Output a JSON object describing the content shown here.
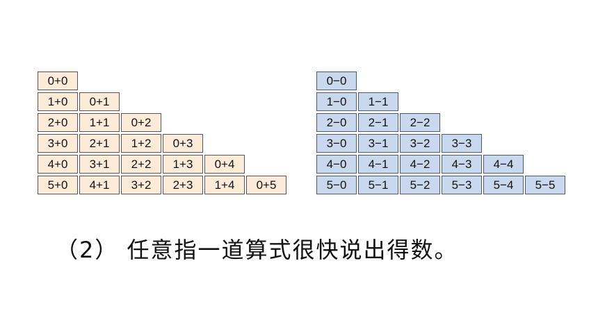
{
  "addition_table": {
    "rows": [
      [
        "0+0"
      ],
      [
        "1+0",
        "0+1"
      ],
      [
        "2+0",
        "1+1",
        "0+2"
      ],
      [
        "3+0",
        "2+1",
        "1+2",
        "0+3"
      ],
      [
        "4+0",
        "3+1",
        "2+2",
        "1+3",
        "0+4"
      ],
      [
        "5+0",
        "4+1",
        "3+2",
        "2+3",
        "1+4",
        "0+5"
      ]
    ],
    "fill_color": "#fcebd8"
  },
  "subtraction_table": {
    "rows": [
      [
        "0−0"
      ],
      [
        "1−0",
        "1−1"
      ],
      [
        "2−0",
        "2−1",
        "2−2"
      ],
      [
        "3−0",
        "3−1",
        "3−2",
        "3−3"
      ],
      [
        "4−0",
        "4−1",
        "4−2",
        "4−3",
        "4−4"
      ],
      [
        "5−0",
        "5−1",
        "5−2",
        "5−3",
        "5−4",
        "5−5"
      ]
    ],
    "fill_color": "#c9d8ec"
  },
  "instruction": {
    "text": "（2） 任意指一道算式很快说出得数。"
  }
}
